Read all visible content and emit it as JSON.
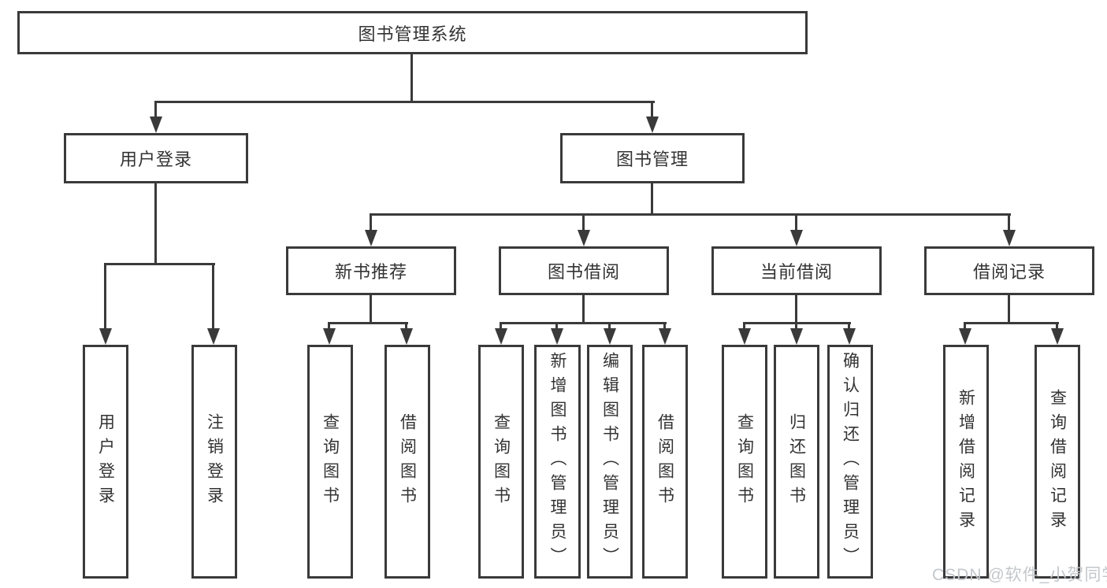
{
  "diagram": {
    "title": "图书管理系统",
    "root": {
      "label": "图书管理系统"
    },
    "level2": [
      {
        "label": "用户登录",
        "children": [
          {
            "label": "用户登录"
          },
          {
            "label": "注销登录"
          }
        ]
      },
      {
        "label": "图书管理",
        "children": [
          {
            "label": "新书推荐",
            "children": [
              {
                "label": "查询图书"
              },
              {
                "label": "借阅图书"
              }
            ]
          },
          {
            "label": "图书借阅",
            "children": [
              {
                "label": "查询图书"
              },
              {
                "label": "新增图书（管理员）"
              },
              {
                "label": "编辑图书（管理员）"
              },
              {
                "label": "借阅图书"
              }
            ]
          },
          {
            "label": "当前借阅",
            "children": [
              {
                "label": "查询图书"
              },
              {
                "label": "归还图书"
              },
              {
                "label": "确认归还（管理员）"
              }
            ]
          },
          {
            "label": "借阅记录",
            "children": [
              {
                "label": "新增借阅记录"
              },
              {
                "label": "查询借阅记录"
              }
            ]
          }
        ]
      }
    ],
    "line_color": "#3a3a3a",
    "text_color": "#333333"
  },
  "watermark": {
    "text": "CSDN @软件_小贺同学"
  }
}
